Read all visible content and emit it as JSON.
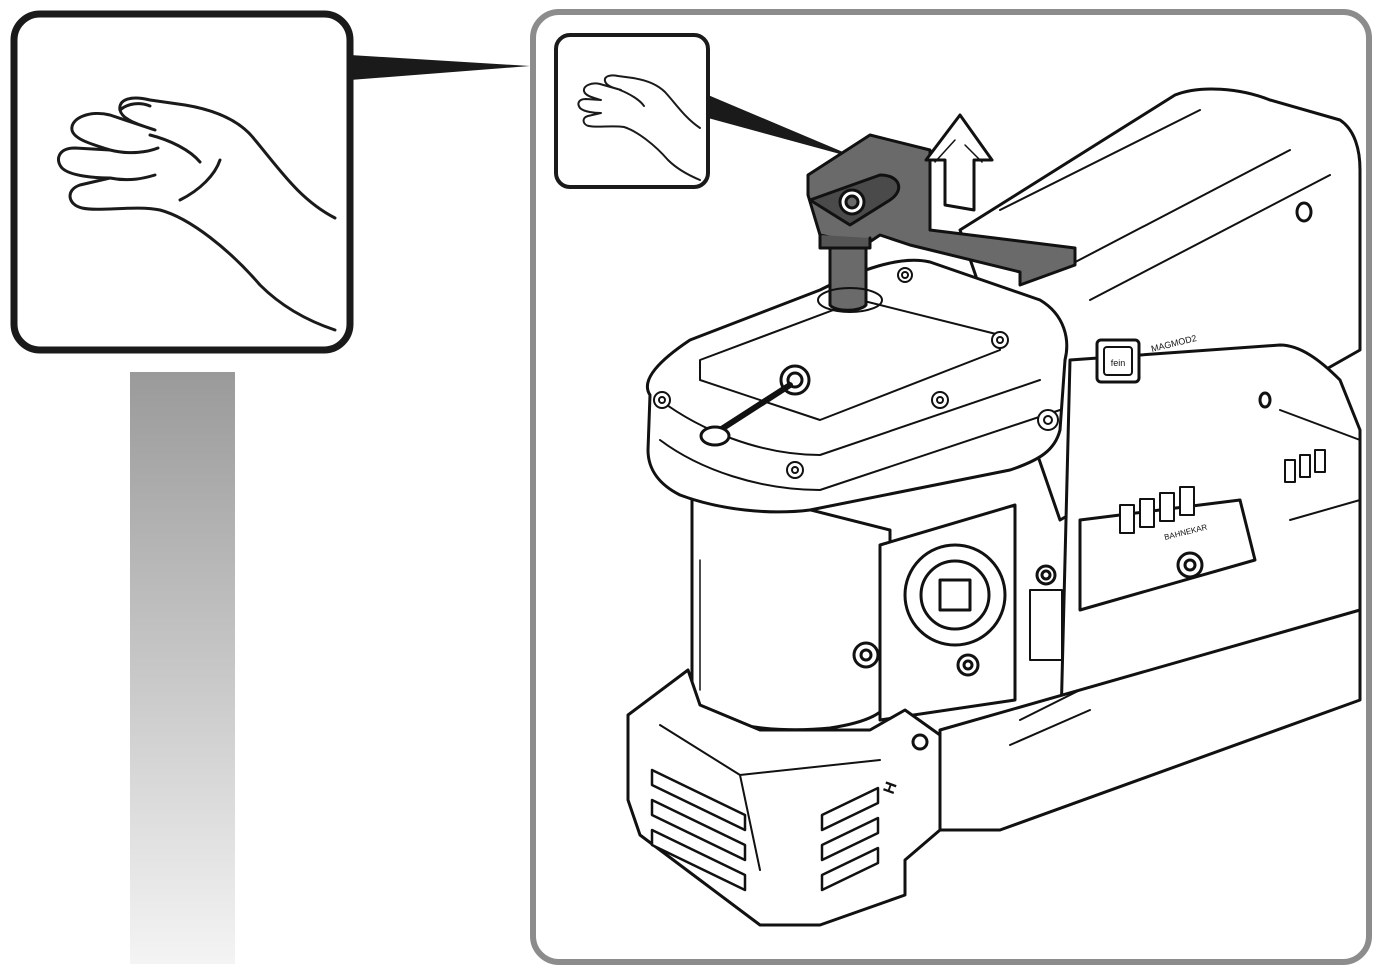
{
  "figure": {
    "zoom_callout": {
      "icon": "hand-palm-up-icon"
    },
    "inset_callout": {
      "icon": "hand-palm-up-icon"
    },
    "lift_arrow": {
      "icon": "arrow-up-icon",
      "direction": "up"
    },
    "gradient_bar": {
      "top_color": "#9a9a9a",
      "bottom_color": "#f4f4f4"
    },
    "machine": {
      "main_label": "MAGMOD2",
      "side_label": "BAHNEKAR",
      "badge_icon": "fein-logo-icon",
      "base_marking": "H"
    },
    "colors": {
      "frame_stroke": "#8c8c8c",
      "callout_stroke": "#1a1a1a",
      "highlight_part": "#6a6a6a",
      "line_art": "#111111"
    }
  }
}
